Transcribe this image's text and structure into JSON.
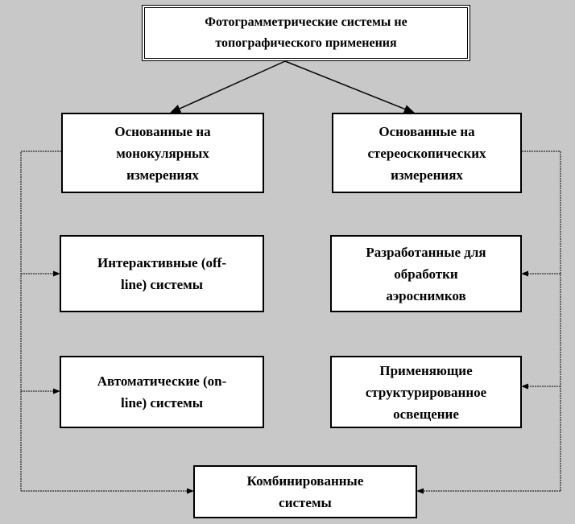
{
  "diagram": {
    "title": "Фотограмметрические системы не\nтопографического применения",
    "left_branch": "Основанные на\nмонокулярных\nизмерениях",
    "right_branch": "Основанные на\nстереоскопических\nизмерениях",
    "left_item_1": "Интерактивные (off-\nline)  системы",
    "left_item_2": "Автоматические (on-\nline)  системы",
    "right_item_1": "Разработанные для\nобработки\nаэроснимков",
    "right_item_2": "Применяющие\nструктурированное\nосвещение",
    "combined": "Комбинированные\nсистемы"
  },
  "colors": {
    "background": "#c8c8c8",
    "box_fill": "#ffffff",
    "line": "#000000"
  }
}
